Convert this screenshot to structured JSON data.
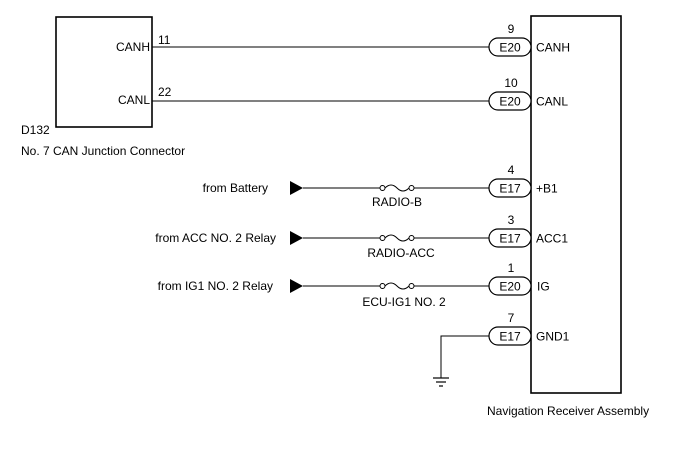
{
  "junction_connector": {
    "code": "D132",
    "name": "No. 7 CAN Junction Connector",
    "pins": [
      {
        "pin": "11",
        "signal": "CANH"
      },
      {
        "pin": "22",
        "signal": "CANL"
      }
    ]
  },
  "receiver": {
    "name": "Navigation Receiver Assembly",
    "terminals": [
      {
        "pin": "9",
        "connector": "E20",
        "signal": "CANH"
      },
      {
        "pin": "10",
        "connector": "E20",
        "signal": "CANL"
      },
      {
        "pin": "4",
        "connector": "E17",
        "signal": "+B1"
      },
      {
        "pin": "3",
        "connector": "E17",
        "signal": "ACC1"
      },
      {
        "pin": "1",
        "connector": "E20",
        "signal": "IG"
      },
      {
        "pin": "7",
        "connector": "E17",
        "signal": "GND1"
      }
    ]
  },
  "power_sources": [
    {
      "source": "from Battery",
      "fuse": "RADIO-B"
    },
    {
      "source": "from ACC NO. 2 Relay",
      "fuse": "RADIO-ACC"
    },
    {
      "source": "from IG1 NO. 2 Relay",
      "fuse": "ECU-IG1 NO. 2"
    }
  ]
}
